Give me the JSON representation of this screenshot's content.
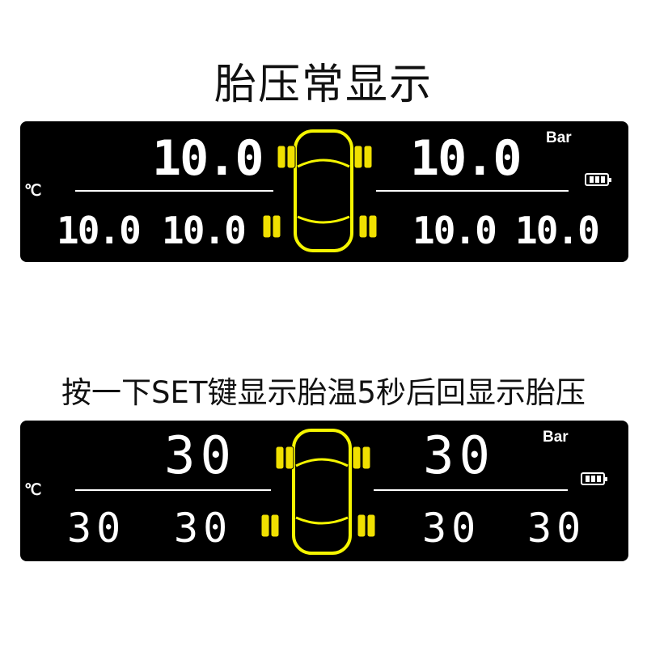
{
  "top_caption": "胎压常显示",
  "middle_caption": "按一下SET键显示胎温5秒后回显示胎压",
  "colors": {
    "panel_bg": "#000000",
    "digits": "#ffffff",
    "car_outline": "#f5f500",
    "tire_fill": "#f0e000"
  },
  "icons": [
    "car-top-view-icon",
    "tire-icon",
    "battery-icon"
  ],
  "pressure_display": {
    "unit": "Bar",
    "temp_unit": "℃",
    "battery_bars": 3,
    "front_left_main": "10.0",
    "front_right_main": "10.0",
    "rear_values": [
      "10.0",
      "10.0",
      "10.0",
      "10.0"
    ]
  },
  "temperature_display": {
    "unit": "Bar",
    "temp_unit": "℃",
    "battery_bars": 3,
    "front_left_main": "30",
    "front_right_main": "30",
    "rear_values": [
      "30",
      "30",
      "30",
      "30"
    ]
  }
}
